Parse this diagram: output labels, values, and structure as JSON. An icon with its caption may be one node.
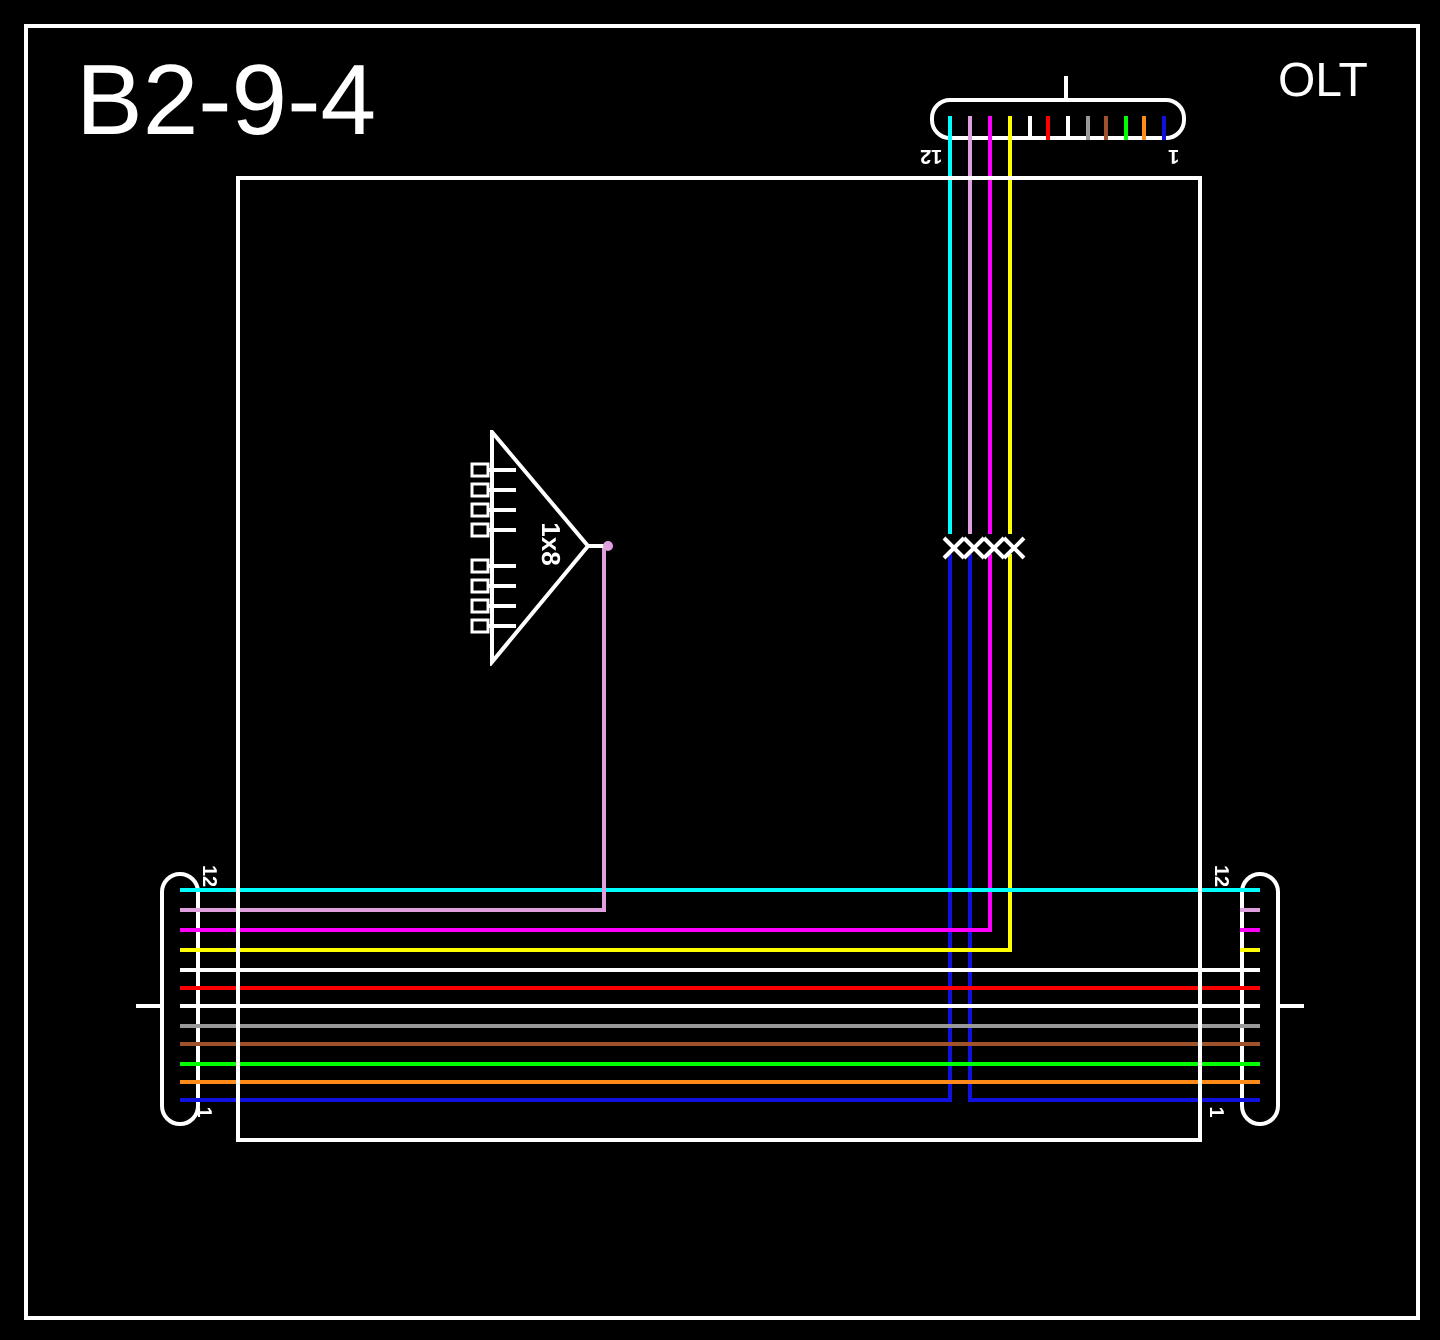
{
  "diagram": {
    "title": "B2-9-4",
    "nodes": [
      {
        "text": [],
        "shape": "box"
      },
      {
        "text": [],
        "shape": "cable",
        "beside": [
          "12",
          "1"
        ]
      },
      {
        "text": [],
        "shape": "cable",
        "beside": [
          "12",
          "1"
        ]
      },
      {
        "text": [],
        "shape": "cable",
        "beside": [
          "12",
          "1"
        ]
      },
      {
        "text": [
          "1x8"
        ],
        "in": 0
      },
      {
        "text": [],
        "shape": "cross",
        "in": 0
      },
      {
        "text": [],
        "shape": "cross",
        "in": 0
      },
      {
        "text": [],
        "shape": "cross",
        "in": 0
      },
      {
        "text": [],
        "shape": "cross",
        "in": 0
      }
    ],
    "edges": [
      {
        "from": 1,
        "to": 5,
        "arrow": "none",
        "color": "#00ffff"
      },
      {
        "from": 1,
        "to": 6,
        "arrow": "none",
        "color": "#e0a0e0"
      },
      {
        "from": 1,
        "to": 7,
        "arrow": "none",
        "color": "#ff00ff"
      },
      {
        "from": 1,
        "to": 8,
        "arrow": "none",
        "color": "#ffff00"
      },
      {
        "from": 5,
        "to": 2,
        "arrow": "none",
        "color": "#1010e0"
      },
      {
        "from": 6,
        "to": 3,
        "arrow": "none",
        "color": "#1010e0"
      },
      {
        "from": 7,
        "to": 2,
        "arrow": "none",
        "color": "#ff00ff"
      },
      {
        "from": 8,
        "to": 2,
        "arrow": "none",
        "color": "#ffff00"
      },
      {
        "from": 2,
        "to": 3,
        "arrow": "none",
        "color": "#00ffff"
      },
      {
        "from": 2,
        "to": 4,
        "arrow": "none",
        "color": "#e0a0e0"
      },
      {
        "from": 2,
        "to": 3,
        "arrow": "none",
        "color": "#ffffff"
      },
      {
        "from": 2,
        "to": 3,
        "arrow": "none",
        "color": "#ff0000"
      },
      {
        "from": 2,
        "to": 3,
        "arrow": "none",
        "color": "#ffffff"
      },
      {
        "from": 2,
        "to": 3,
        "arrow": "none",
        "color": "#999999"
      },
      {
        "from": 2,
        "to": 3,
        "arrow": "none",
        "color": "#a0522d"
      },
      {
        "from": 2,
        "to": 3,
        "arrow": "none",
        "color": "#00ff00"
      },
      {
        "from": 2,
        "to": 3,
        "arrow": "none",
        "color": "#ff8c1a"
      }
    ],
    "labels": [
      "OLT"
    ]
  }
}
